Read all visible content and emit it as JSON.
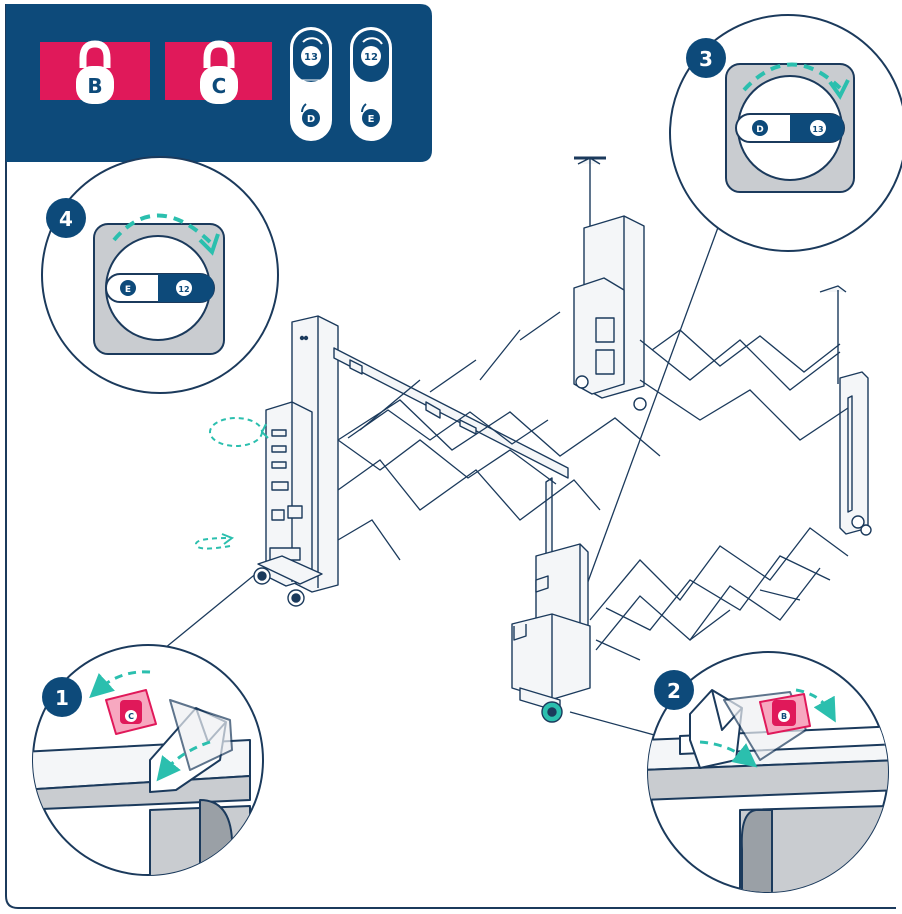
{
  "header": {
    "lock_b_letter": "B",
    "lock_c_letter": "C",
    "dial_1": {
      "top_number": "13",
      "bottom_letter": "D"
    },
    "dial_2": {
      "top_number": "12",
      "bottom_letter": "E"
    }
  },
  "steps": [
    {
      "number": "1",
      "lock_letter": "C"
    },
    {
      "number": "2",
      "lock_letter": "B"
    },
    {
      "number": "3",
      "dial_left": "D",
      "dial_right": "13"
    },
    {
      "number": "4",
      "dial_left": "E",
      "dial_right": "12"
    }
  ],
  "colors": {
    "navy": "#0d4a7a",
    "magenta": "#e0195a",
    "teal": "#2bbfae",
    "line": "#1b3a5c",
    "fill_light": "#f4f6f8",
    "fill_grey": "#c9ccd0"
  }
}
